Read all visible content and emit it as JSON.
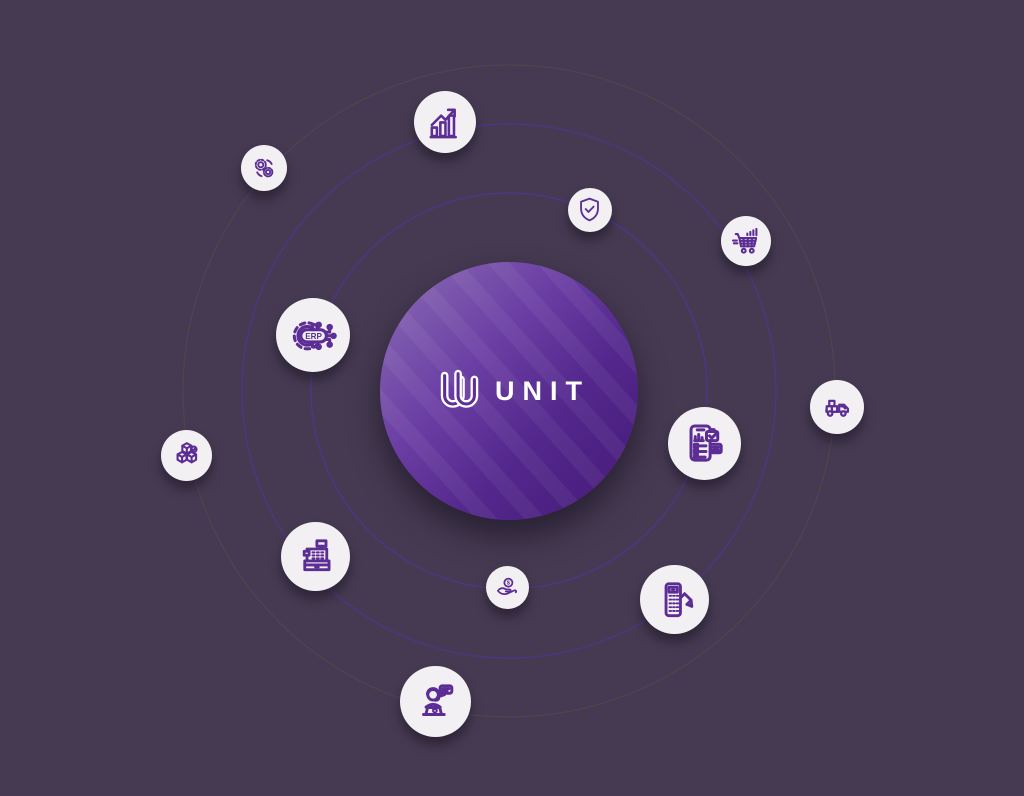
{
  "canvas": {
    "background_color": "#453a51"
  },
  "brand": {
    "logo_text": "UNIT",
    "logo_icon": "double-u-loops-icon",
    "text_color": "#ffffff",
    "circle_gradient_start": "#8b6eb4",
    "circle_gradient_end": "#451a78"
  },
  "orbits": {
    "ring_count": 3,
    "ring_color": "#5531a5",
    "outer_ring_color": "#4e4944"
  },
  "icon_color": "#5c2d94",
  "badge_color": "#f2f0f3",
  "satellites": [
    {
      "icon": "growth-chart-icon"
    },
    {
      "icon": "gears-icon"
    },
    {
      "icon": "shield-check-icon"
    },
    {
      "icon": "cart-growth-icon"
    },
    {
      "icon": "erp-gear-icon",
      "label": "ERP"
    },
    {
      "icon": "delivery-truck-icon"
    },
    {
      "icon": "mobile-checklist-icon"
    },
    {
      "icon": "inventory-cubes-icon"
    },
    {
      "icon": "cash-register-icon"
    },
    {
      "icon": "hand-coin-icon",
      "label": "$"
    },
    {
      "icon": "calculator-pencil-icon"
    },
    {
      "icon": "support-agent-icon"
    }
  ]
}
